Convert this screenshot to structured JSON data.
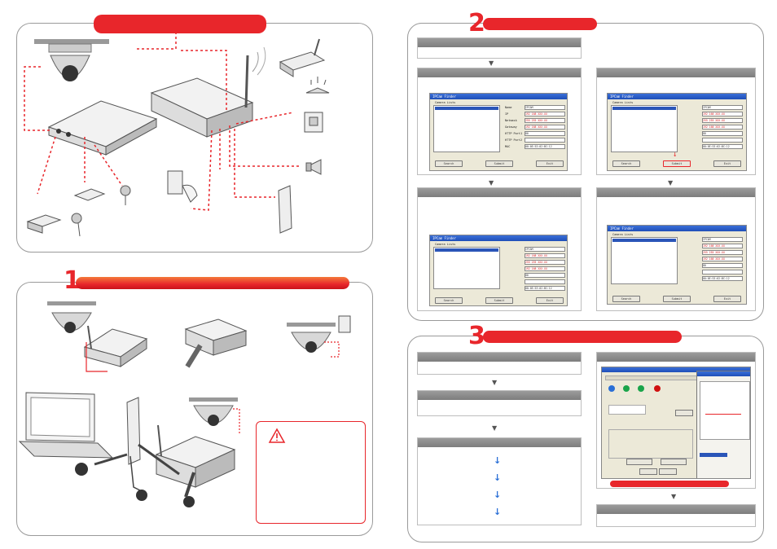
{
  "sections": {
    "overview": {
      "number": ""
    },
    "step1": {
      "number": "1"
    },
    "step2": {
      "number": "2"
    },
    "step3": {
      "number": "3"
    }
  },
  "ipcam_finder": {
    "title": "IPCam Finder",
    "list_header": "Camera Lists",
    "labels": [
      "Name",
      "IP",
      "Netmask",
      "Gateway",
      "HTTP Port1",
      "HTTP Port2",
      "MAC"
    ],
    "values": [
      "IPCAM",
      "192 168 XXX.XX",
      "255 255 XXX.XX",
      "192 168 XXX.XX",
      "80",
      "",
      "00:0E:53:02:BC:12"
    ],
    "buttons": {
      "search": "Search",
      "submit": "Submit",
      "exit": "Exit"
    }
  },
  "colors": {
    "accent": "#e8262b",
    "link_arrow": "#2a6fd6",
    "header_gray": "#8a8a8a"
  }
}
